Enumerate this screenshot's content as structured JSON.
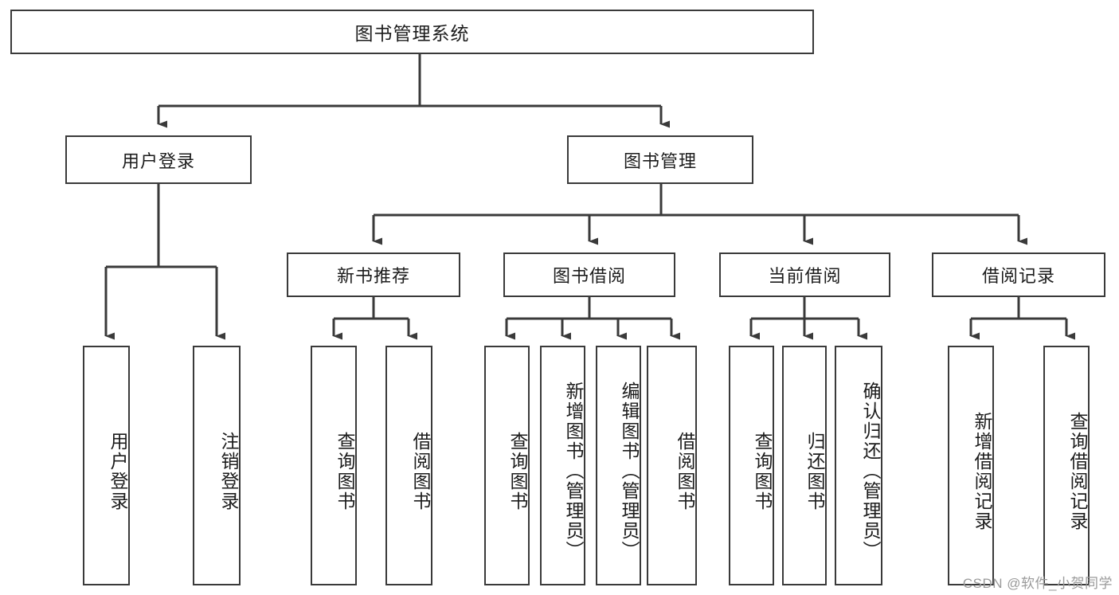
{
  "diagram": {
    "title": "图书管理系统",
    "type": "tree-hierarchy-chart",
    "watermark": "CSDN @软件_小贺同学",
    "colors": {
      "stroke": "#3a3a3a",
      "text": "#1c1c1c",
      "background": "#ffffff",
      "watermark": "#9a9a9a"
    },
    "root": {
      "label": "图书管理系统"
    },
    "level1": [
      {
        "label": "用户登录"
      },
      {
        "label": "图书管理"
      }
    ],
    "level2": [
      {
        "label": "新书推荐"
      },
      {
        "label": "图书借阅"
      },
      {
        "label": "当前借阅"
      },
      {
        "label": "借阅记录"
      }
    ],
    "leaves": {
      "user_login": [
        {
          "label": "用户登录"
        },
        {
          "label": "注销登录"
        }
      ],
      "new_book_recommend": [
        {
          "label": "查询图书"
        },
        {
          "label": "借阅图书"
        }
      ],
      "book_borrow": [
        {
          "label": "查询图书"
        },
        {
          "label": "新增图书（管理员）"
        },
        {
          "label": "编辑图书（管理员）"
        },
        {
          "label": "借阅图书"
        }
      ],
      "current_borrow": [
        {
          "label": "查询图书"
        },
        {
          "label": "归还图书"
        },
        {
          "label": "确认归还（管理员）"
        }
      ],
      "borrow_record": [
        {
          "label": "新增借阅记录"
        },
        {
          "label": "查询借阅记录"
        }
      ]
    }
  }
}
